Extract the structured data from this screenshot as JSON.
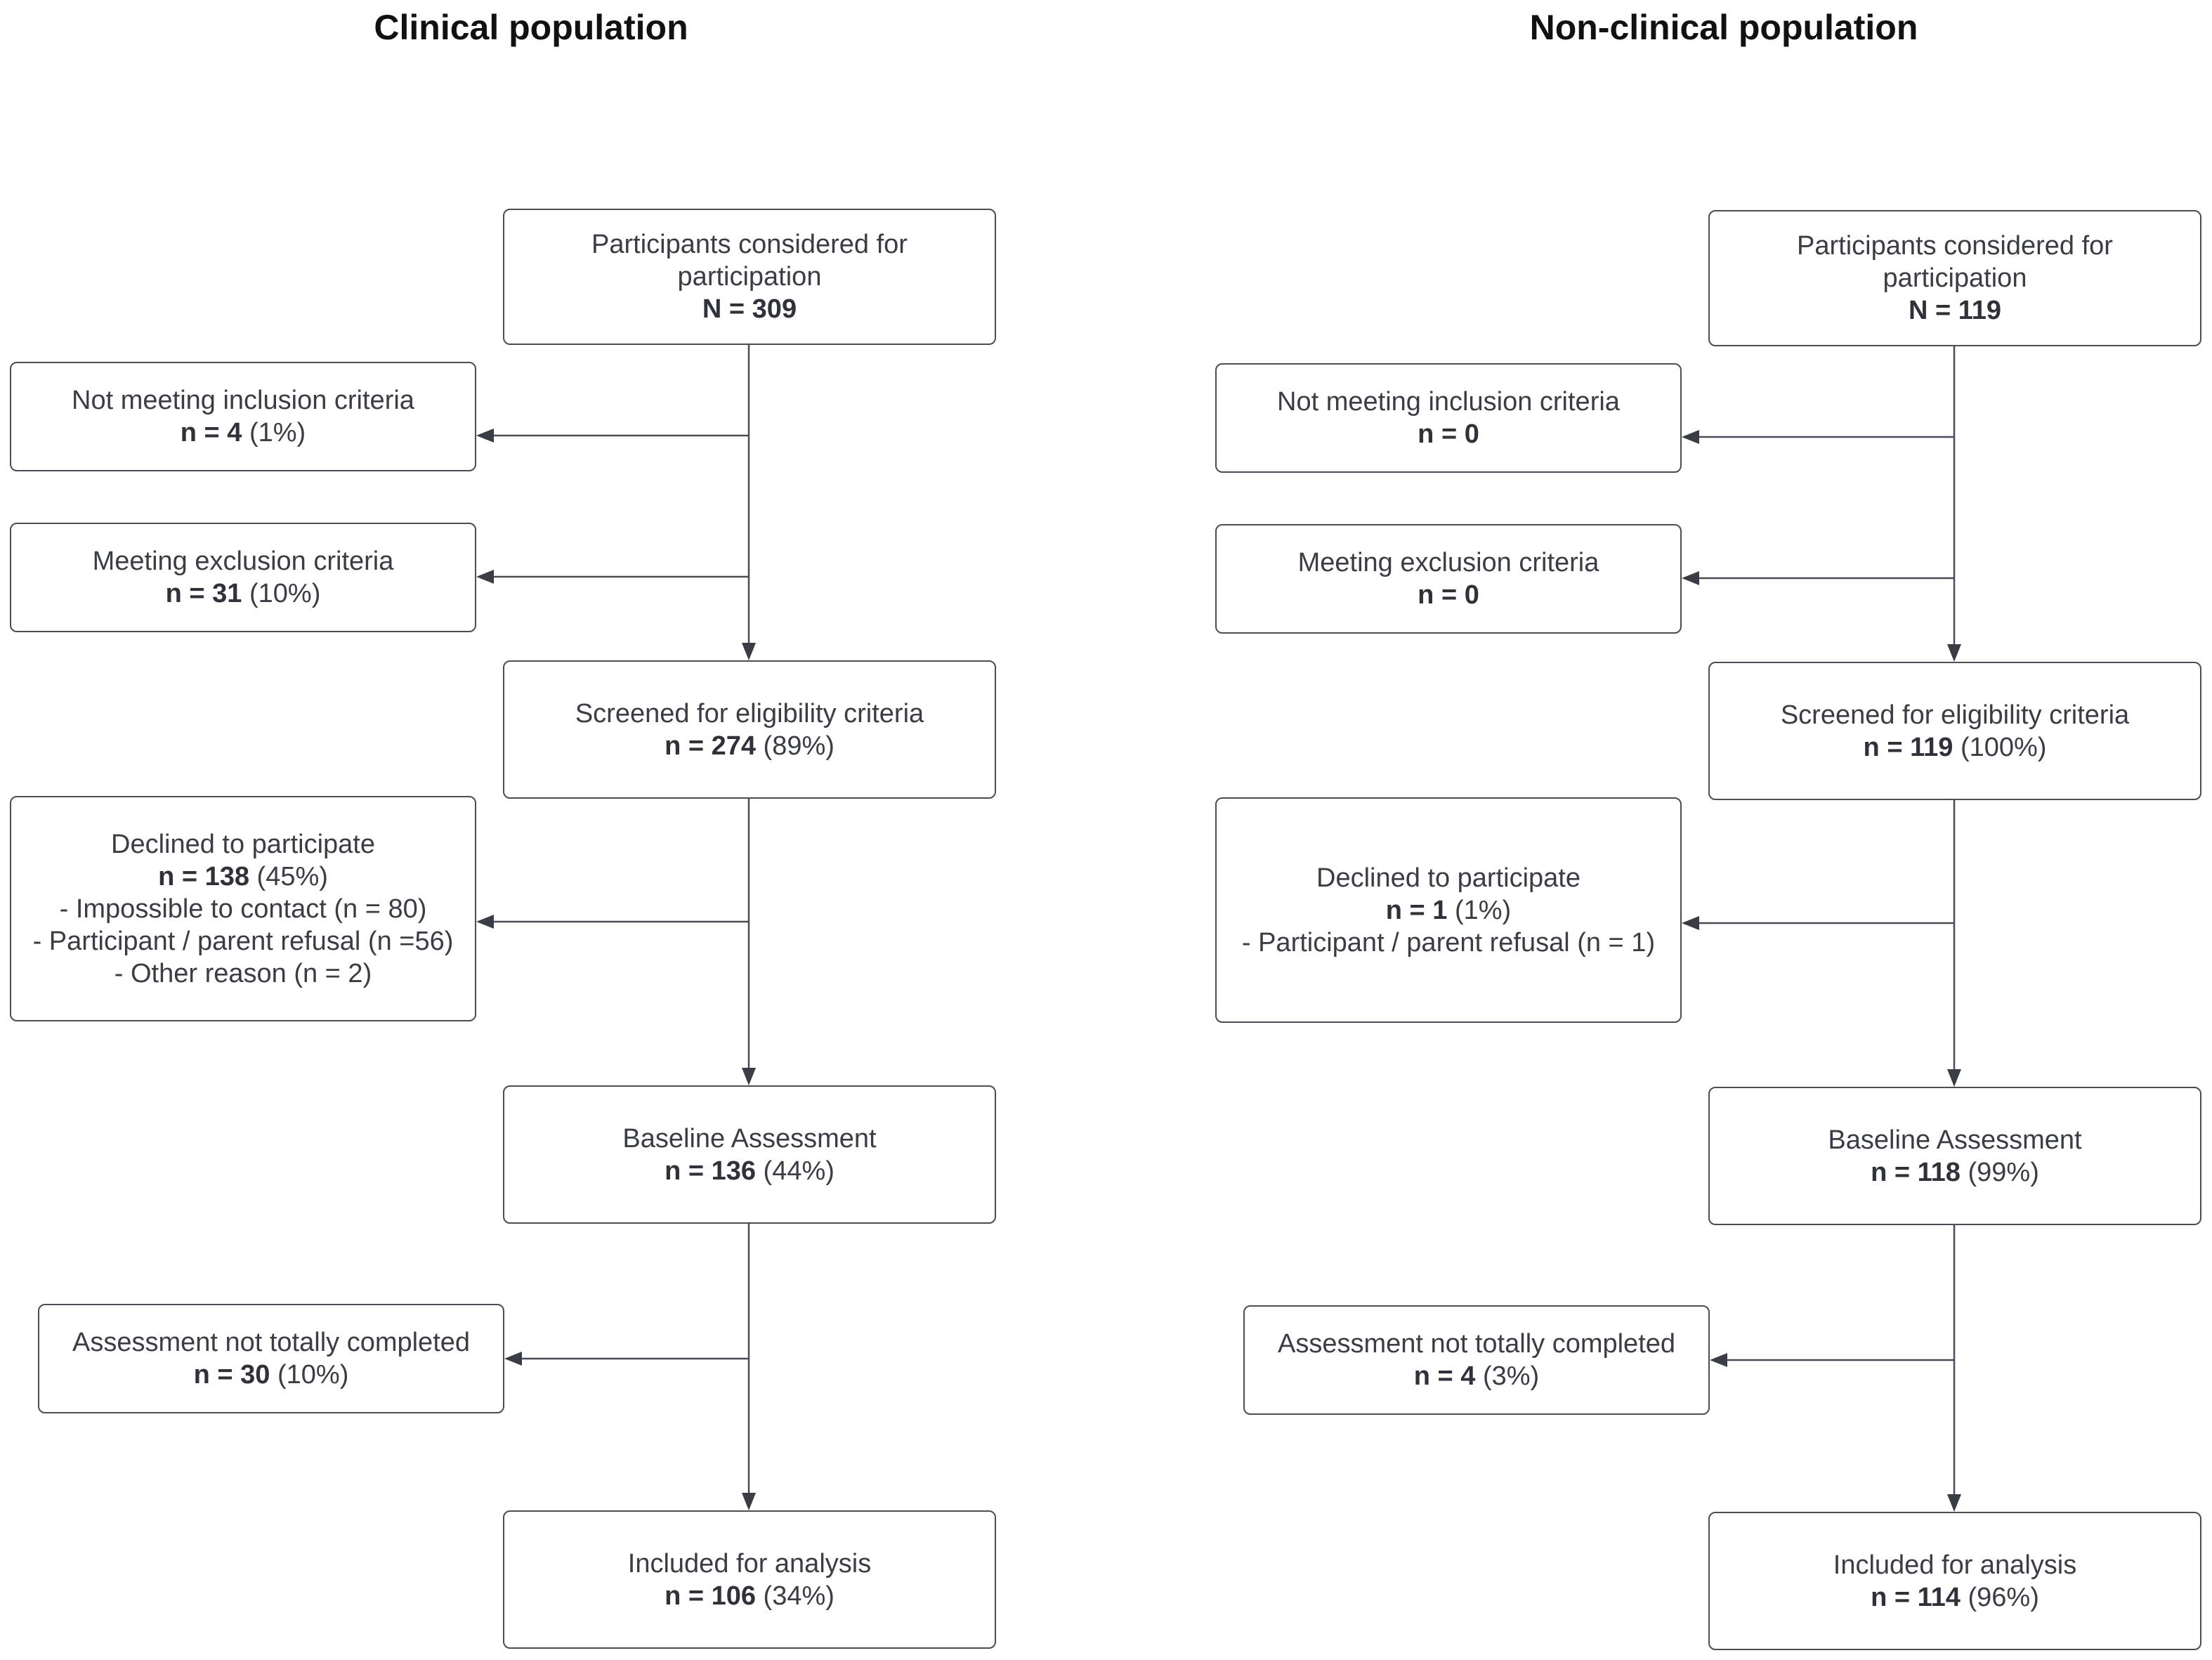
{
  "clinical": {
    "title": "Clinical population",
    "considered": {
      "label": "Participants considered for participation",
      "n": "N = 309"
    },
    "not_meeting": {
      "label": "Not meeting inclusion criteria",
      "n": "n = 4",
      "pct": "(1%)"
    },
    "exclusion": {
      "label": "Meeting exclusion criteria",
      "n": "n = 31",
      "pct": "(10%)"
    },
    "screened": {
      "label": "Screened for eligibility criteria",
      "n": "n = 274",
      "pct": "(89%)"
    },
    "declined": {
      "label": "Declined to participate",
      "n": "n = 138",
      "pct": "(45%)",
      "reasons": [
        "- Impossible to contact (n = 80)",
        "- Participant / parent refusal (n =56)",
        "- Other reason (n = 2)"
      ]
    },
    "baseline": {
      "label": "Baseline Assessment",
      "n": "n = 136",
      "pct": "(44%)"
    },
    "incomplete": {
      "label": "Assessment not totally completed",
      "n": "n = 30",
      "pct": "(10%)"
    },
    "included": {
      "label": "Included for analysis",
      "n": "n = 106",
      "pct": "(34%)"
    }
  },
  "nonclinical": {
    "title": "Non-clinical population",
    "considered": {
      "label": "Participants considered for participation",
      "n": "N = 119"
    },
    "not_meeting": {
      "label": "Not meeting inclusion criteria",
      "n": "n = 0"
    },
    "exclusion": {
      "label": "Meeting exclusion criteria",
      "n": "n = 0"
    },
    "screened": {
      "label": "Screened for eligibility criteria",
      "n": "n = 119",
      "pct": "(100%)"
    },
    "declined": {
      "label": "Declined to participate",
      "n": "n = 1",
      "pct": "(1%)",
      "reasons": [
        "- Participant / parent refusal (n = 1)"
      ]
    },
    "baseline": {
      "label": "Baseline Assessment",
      "n": "n = 118",
      "pct": "(99%)"
    },
    "incomplete": {
      "label": "Assessment not totally completed",
      "n": "n = 4",
      "pct": "(3%)"
    },
    "included": {
      "label": "Included for analysis",
      "n": "n = 114",
      "pct": "(96%)"
    }
  }
}
